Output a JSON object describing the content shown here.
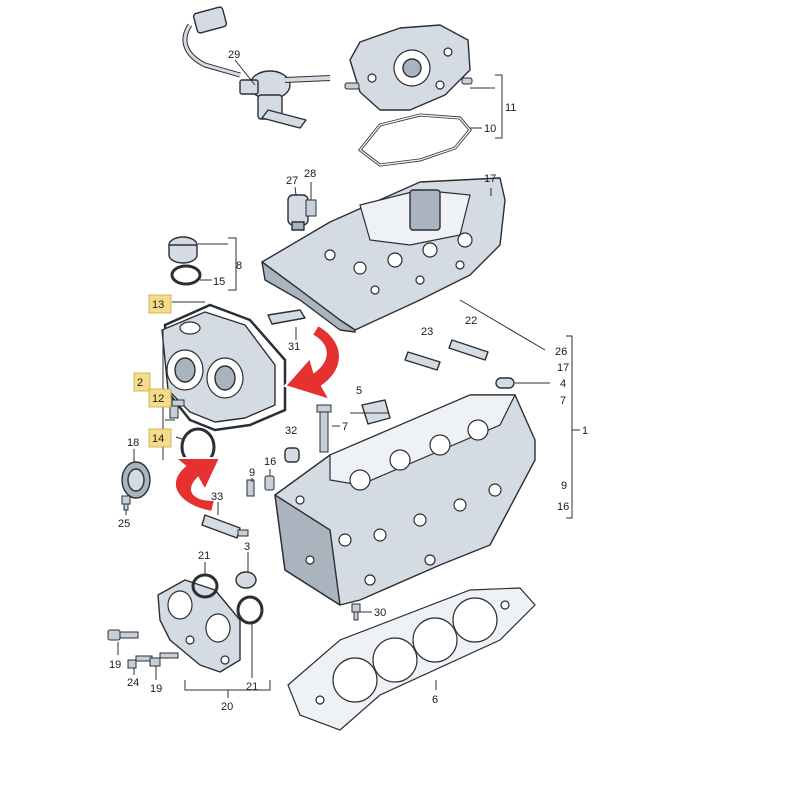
{
  "callouts": [
    {
      "id": "c29",
      "text": "29"
    },
    {
      "id": "c11",
      "text": "11"
    },
    {
      "id": "c10",
      "text": "10"
    },
    {
      "id": "c27",
      "text": "27"
    },
    {
      "id": "c28",
      "text": "28"
    },
    {
      "id": "c17a",
      "text": "17"
    },
    {
      "id": "c8",
      "text": "8"
    },
    {
      "id": "c15",
      "text": "15"
    },
    {
      "id": "c13",
      "text": "13",
      "highlighted": true
    },
    {
      "id": "c31",
      "text": "31"
    },
    {
      "id": "c22",
      "text": "22"
    },
    {
      "id": "c23",
      "text": "23"
    },
    {
      "id": "c26",
      "text": "26"
    },
    {
      "id": "c17b",
      "text": "17"
    },
    {
      "id": "c4",
      "text": "4"
    },
    {
      "id": "c7a",
      "text": "7"
    },
    {
      "id": "c1",
      "text": "1"
    },
    {
      "id": "c2",
      "text": "2",
      "highlighted": true
    },
    {
      "id": "c12",
      "text": "12",
      "highlighted": true
    },
    {
      "id": "c5",
      "text": "5"
    },
    {
      "id": "c7b",
      "text": "7"
    },
    {
      "id": "c32",
      "text": "32"
    },
    {
      "id": "c14",
      "text": "14",
      "highlighted": true
    },
    {
      "id": "c18",
      "text": "18"
    },
    {
      "id": "c9a",
      "text": "9"
    },
    {
      "id": "c16a",
      "text": "16"
    },
    {
      "id": "c9b",
      "text": "9"
    },
    {
      "id": "c16b",
      "text": "16"
    },
    {
      "id": "c25",
      "text": "25"
    },
    {
      "id": "c33",
      "text": "33"
    },
    {
      "id": "c3",
      "text": "3"
    },
    {
      "id": "c21a",
      "text": "21"
    },
    {
      "id": "c30",
      "text": "30"
    },
    {
      "id": "c19a",
      "text": "19"
    },
    {
      "id": "c24",
      "text": "24"
    },
    {
      "id": "c19b",
      "text": "19"
    },
    {
      "id": "c21b",
      "text": "21"
    },
    {
      "id": "c20",
      "text": "20"
    },
    {
      "id": "c6",
      "text": "6"
    }
  ],
  "colors": {
    "highlight": "#f4dc8a",
    "arrow": "#e5312f",
    "part": "#d4dbe3"
  }
}
